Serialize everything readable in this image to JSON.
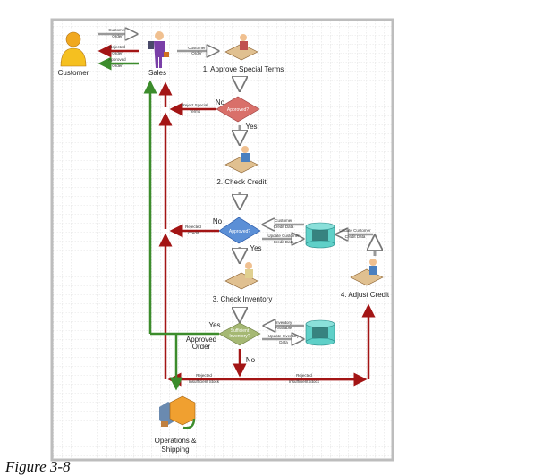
{
  "caption": "Figure 3-8",
  "colors": {
    "reject": "#a31515",
    "approve": "#3c8c2c",
    "flow": "#cfcfcf",
    "db": "#5fd0c8",
    "diamond_terms": "#d9706a",
    "diamond_credit": "#5b8fd6",
    "diamond_inventory": "#a5b873"
  },
  "actors": {
    "customer": "Customer",
    "sales": "Sales",
    "shipping_line1": "Operations &",
    "shipping_line2": "Shipping"
  },
  "steps": [
    "1.  Approve Special Terms",
    "2.  Check Credit",
    "3.  Check Inventory",
    "4.  Adjust Credit"
  ],
  "decisions": {
    "terms": "Approved?",
    "credit": "Approved?",
    "inventory_line1": "Sufficient",
    "inventory_line2": "Inventory?"
  },
  "branch": {
    "yes": "Yes",
    "no": "No"
  },
  "arrows": {
    "customer_order": [
      "Customer",
      "Order"
    ],
    "rejected_order": [
      "Rejected",
      "Order"
    ],
    "approved_order": [
      "Approved",
      "Order"
    ],
    "reject_special_terms": [
      "Reject Special",
      "Terms"
    ],
    "rejected_credit": [
      "Rejected",
      "Credit"
    ],
    "customer_credit_data": [
      "Customer",
      "Credit Data"
    ],
    "update_customer_credit_data": [
      "Update Customer",
      "Credit Data"
    ],
    "inventory_available": [
      "Inventory",
      "Available"
    ],
    "update_inventory_data": [
      "Update Inventory",
      "Data"
    ],
    "approved_order_big": [
      "Approved",
      "Order"
    ],
    "rejected_insufficient_stock": [
      "Rejected",
      "Insufficient Stock"
    ]
  },
  "icons": [
    "person-icon",
    "salesperson-icon",
    "desk-worker-icon",
    "database-icon",
    "truck-icon"
  ]
}
